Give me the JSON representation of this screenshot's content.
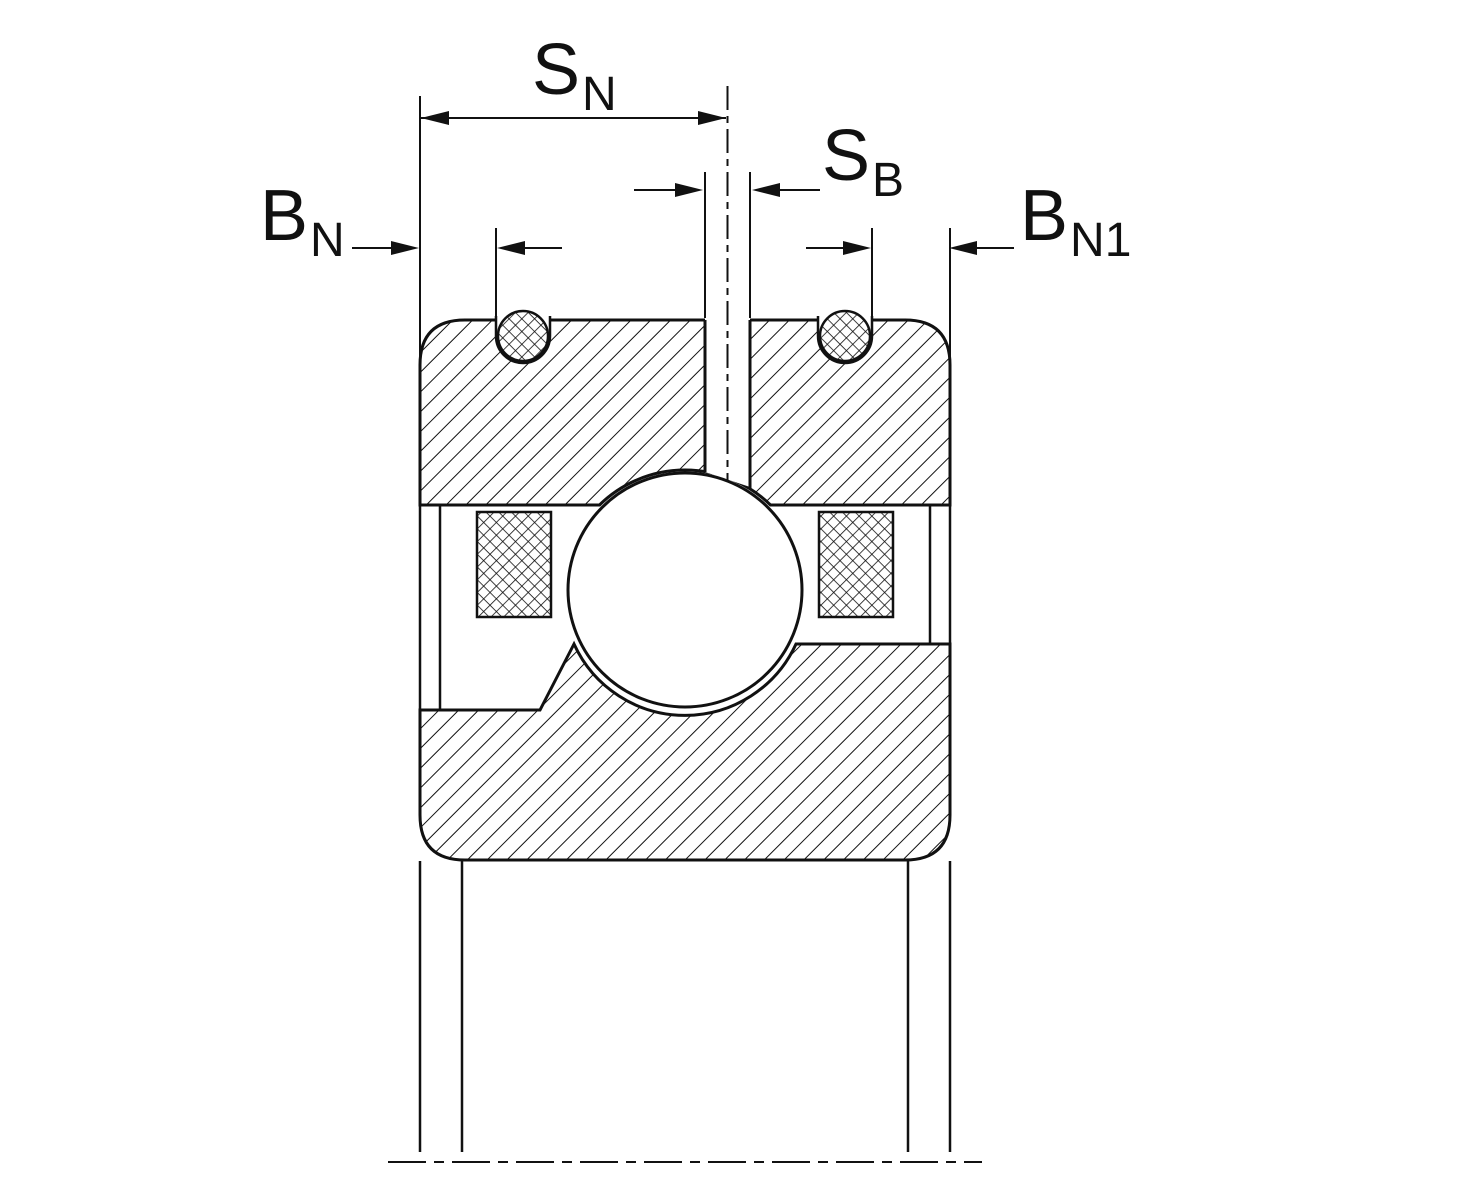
{
  "figure": {
    "background_color": "#ffffff",
    "line_color": "#111111"
  },
  "dimensions": {
    "sn": {
      "main": "S",
      "sub": "N"
    },
    "sb": {
      "main": "S",
      "sub": "B"
    },
    "bn": {
      "main": "B",
      "sub": "N"
    },
    "bn1": {
      "main": "B",
      "sub": "N1"
    }
  }
}
